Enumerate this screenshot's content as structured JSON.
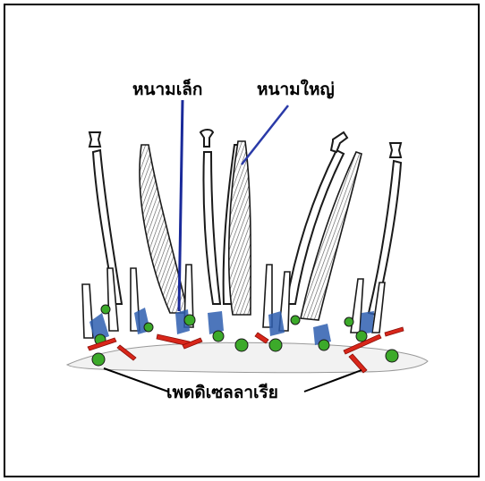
{
  "labels": {
    "small_spine": "หนามเล็ก",
    "large_spine": "หนามใหญ่",
    "pedicellariae": "เพดดิเซลลาเรีย"
  },
  "colors": {
    "border": "#000000",
    "pointer_small": "#1a2a9a",
    "pointer_large": "#2a3aa8",
    "pedicellaria_red": "#d8261a",
    "tube_foot_green": "#3caa2a",
    "blue_tint": "#2f5fb0",
    "outline": "#1a1a1a"
  }
}
